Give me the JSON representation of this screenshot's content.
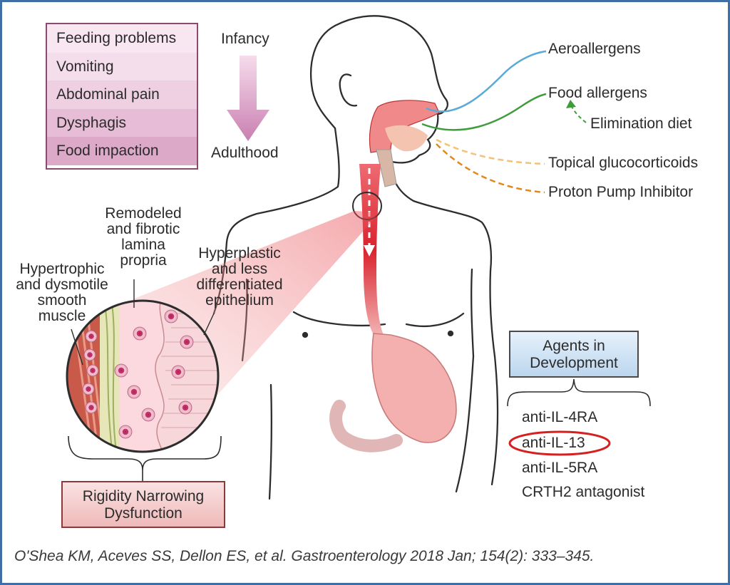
{
  "symptoms": [
    "Feeding problems",
    "Vomiting",
    "Abdominal pain",
    "Dysphagis",
    "Food impaction"
  ],
  "timeline": {
    "start": "Infancy",
    "end": "Adulthood"
  },
  "triggers": {
    "aeroallergens": "Aeroallergens",
    "food_allergens": "Food allergens"
  },
  "treatments": {
    "elimination_diet": "Elimination diet",
    "topical_glucocorticoids": "Topical glucocorticoids",
    "ppi": "Proton Pump Inhibitor"
  },
  "tissue_labels": {
    "remodeled": [
      "Remodeled",
      "and fibrotic",
      "lamina",
      "propria"
    ],
    "hyperplastic": [
      "Hyperplastic",
      "and less",
      "differentiated",
      "epithelium"
    ],
    "hypertrophic": [
      "Hypertrophic",
      "and dysmotile",
      "smooth",
      "muscle"
    ]
  },
  "agents_box": [
    "Agents in",
    "Development"
  ],
  "agents": [
    "anti-IL-4RA",
    "anti-IL-13",
    "anti-IL-5RA",
    "CRTH2 antagonist"
  ],
  "highlighted_agent": "anti-IL-13",
  "outcome_box": [
    "Rigidity Narrowing",
    "Dysfunction"
  ],
  "citation": "O'Shea KM, Aceves SS, Dellon ES, et al. Gastroenterology 2018 Jan; 154(2): 333–345.",
  "colors": {
    "frame": "#3f6fa6",
    "esophagus_red": "#d9232e",
    "aeroallergen_line": "#5aa9d8",
    "food_allergen_line": "#3e9c3a",
    "glucocorticoid_line": "#f2c27a",
    "ppi_line": "#e08a1e",
    "highlight_oval": "#d62020"
  }
}
